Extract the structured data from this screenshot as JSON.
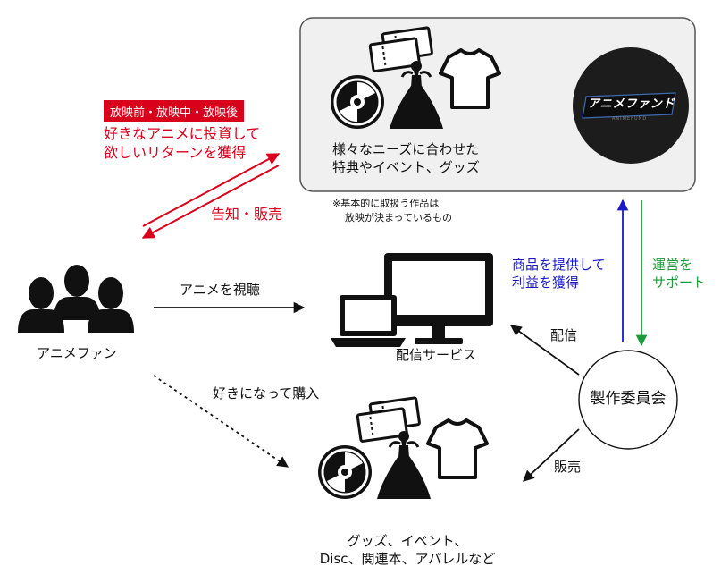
{
  "fund_box": {
    "caption_line1": "様々なニーズに合わせた",
    "caption_line2": "特典やイベント、グッズ",
    "logo_text": "アニメファンド",
    "logo_subtext": "ANIMEFUND"
  },
  "note": {
    "line1": "※基本的に取扱う作品は",
    "line2": "放映が決まっているもの"
  },
  "fan_flow": {
    "badge": "放映前・放映中・放映後",
    "invest_line1": "好きなアニメに投資して",
    "invest_line2": "欲しいリターンを獲得",
    "announce": "告知・販売"
  },
  "fans": {
    "label": "アニメファン"
  },
  "edges": {
    "watch": "アニメを視聴",
    "buy": "好きになって購入",
    "provide_line1": "商品を提供して",
    "provide_line2": "利益を獲得",
    "support_line1": "運営を",
    "support_line2": "サポート",
    "distribute": "配信",
    "sell": "販売"
  },
  "streaming": {
    "label": "配信サービス"
  },
  "committee": {
    "label": "製作委員会"
  },
  "goods": {
    "line1": "グッズ、イベント、",
    "line2": "Disc、関連本、アパレルなど"
  },
  "colors": {
    "red": "#d9001b",
    "blue": "#1a1ac8",
    "green": "#1c9a3a",
    "box_fill": "#f0f0f0"
  }
}
